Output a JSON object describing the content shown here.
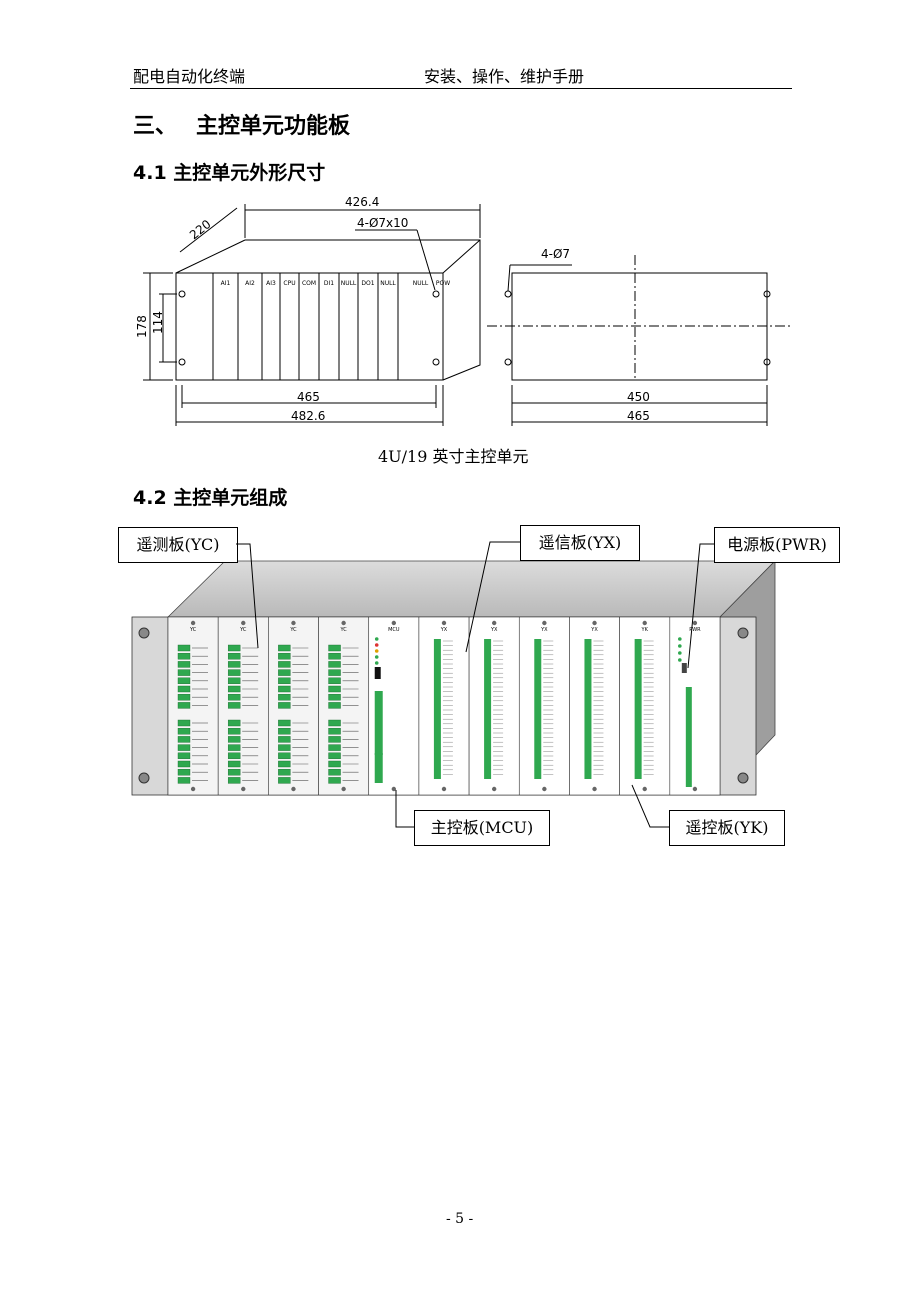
{
  "header": {
    "left": "配电自动化终端",
    "right": "安装、操作、维护手册"
  },
  "section": {
    "number": "三、",
    "title": "主控单元功能板"
  },
  "sub1": {
    "title": "4.1 主控单元外形尺寸"
  },
  "dims": {
    "width_total": "426.4",
    "depth": "220",
    "holes_left": "4-Ø7x10",
    "height_outer": "178",
    "height_inner": "114",
    "w465": "465",
    "w482": "482.6",
    "holes_right": "4-Ø7",
    "w450": "450",
    "w465b": "465",
    "slots": [
      "AI1",
      "AI2",
      "AI3",
      "CPU",
      "COM",
      "DI1",
      "NULL",
      "DO1",
      "NULL",
      "NULL",
      "POW"
    ]
  },
  "caption1": "4U/19 英寸主控单元",
  "sub2": {
    "title": "4.2 主控单元组成"
  },
  "callouts": {
    "yc": "遥测板(YC)",
    "yx": "遥信板(YX)",
    "pwr": "电源板(PWR)",
    "mcu": "主控板(MCU)",
    "yk": "遥控板(YK)"
  },
  "boards": [
    "YC",
    "YC",
    "YC",
    "YC",
    "MCU",
    "YX",
    "YX",
    "YX",
    "YX",
    "YK",
    "PWR"
  ],
  "page_number": "- 5 -"
}
